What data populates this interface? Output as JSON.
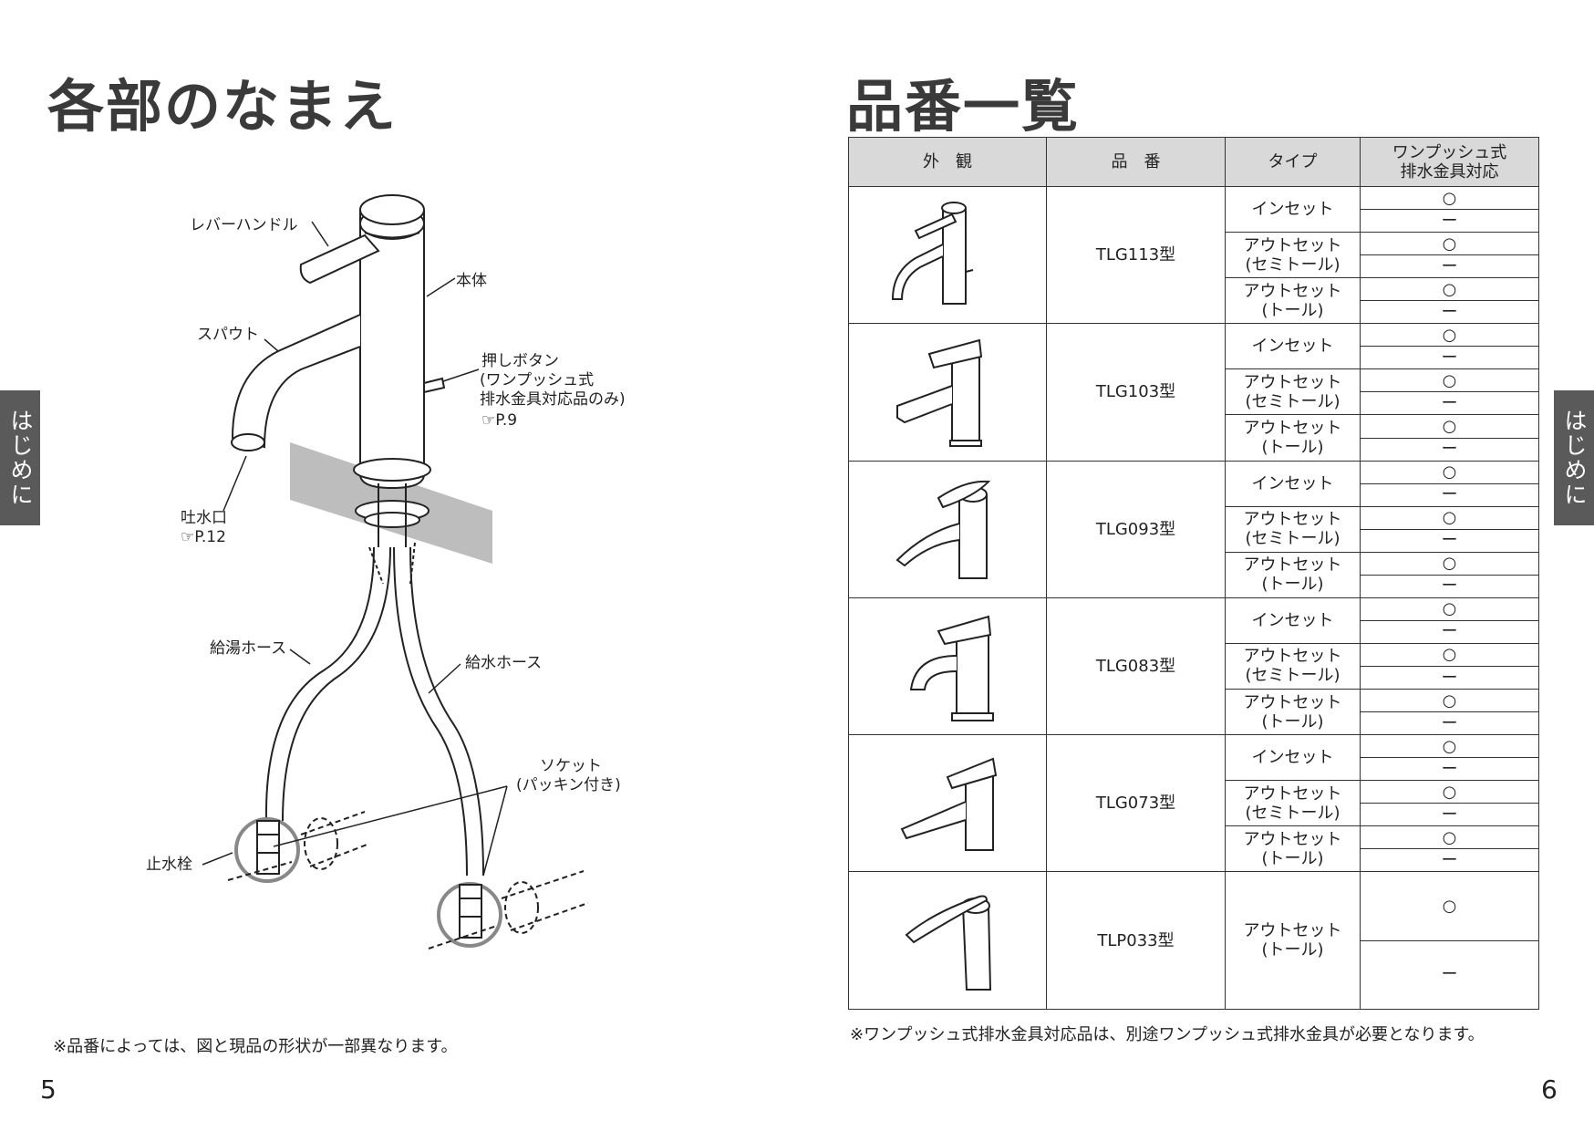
{
  "left_page": {
    "title": "各部のなまえ",
    "side_tab": "はじめに",
    "labels": {
      "lever": "レバーハンドル",
      "body": "本体",
      "spout": "スパウト",
      "push_button_1": "押しボタン",
      "push_button_2": "(ワンプッシュ式",
      "push_button_3": "排水金具対応品のみ)",
      "push_button_ref": "P.9",
      "outlet": "吐水口",
      "outlet_ref": "P.12",
      "hot_hose": "給湯ホース",
      "cold_hose": "給水ホース",
      "socket_1": "ソケット",
      "socket_2": "(パッキン付き)",
      "stop_valve": "止水栓"
    },
    "footnote": "※品番によっては、図と現品の形状が一部異なります。",
    "page_number": "5"
  },
  "right_page": {
    "title": "品番一覧",
    "side_tab": "はじめに",
    "table": {
      "headers": [
        "外　観",
        "品　番",
        "タイプ",
        "ワンプッシュ式\n排水金具対応"
      ],
      "products": [
        {
          "model": "TLG113型",
          "types": [
            {
              "l1": "インセット",
              "l2": "",
              "marks": [
                "○",
                "ー"
              ]
            },
            {
              "l1": "アウトセット",
              "l2": "(セミトール)",
              "marks": [
                "○",
                "ー"
              ]
            },
            {
              "l1": "アウトセット",
              "l2": "(トール)",
              "marks": [
                "○",
                "ー"
              ]
            }
          ]
        },
        {
          "model": "TLG103型",
          "types": [
            {
              "l1": "インセット",
              "l2": "",
              "marks": [
                "○",
                "ー"
              ]
            },
            {
              "l1": "アウトセット",
              "l2": "(セミトール)",
              "marks": [
                "○",
                "ー"
              ]
            },
            {
              "l1": "アウトセット",
              "l2": "(トール)",
              "marks": [
                "○",
                "ー"
              ]
            }
          ]
        },
        {
          "model": "TLG093型",
          "types": [
            {
              "l1": "インセット",
              "l2": "",
              "marks": [
                "○",
                "ー"
              ]
            },
            {
              "l1": "アウトセット",
              "l2": "(セミトール)",
              "marks": [
                "○",
                "ー"
              ]
            },
            {
              "l1": "アウトセット",
              "l2": "(トール)",
              "marks": [
                "○",
                "ー"
              ]
            }
          ]
        },
        {
          "model": "TLG083型",
          "types": [
            {
              "l1": "インセット",
              "l2": "",
              "marks": [
                "○",
                "ー"
              ]
            },
            {
              "l1": "アウトセット",
              "l2": "(セミトール)",
              "marks": [
                "○",
                "ー"
              ]
            },
            {
              "l1": "アウトセット",
              "l2": "(トール)",
              "marks": [
                "○",
                "ー"
              ]
            }
          ]
        },
        {
          "model": "TLG073型",
          "types": [
            {
              "l1": "インセット",
              "l2": "",
              "marks": [
                "○",
                "ー"
              ]
            },
            {
              "l1": "アウトセット",
              "l2": "(セミトール)",
              "marks": [
                "○",
                "ー"
              ]
            },
            {
              "l1": "アウトセット",
              "l2": "(トール)",
              "marks": [
                "○",
                "ー"
              ]
            }
          ]
        },
        {
          "model": "TLP033型",
          "types": [
            {
              "l1": "アウトセット",
              "l2": "(トール)",
              "marks": [
                "○",
                "ー"
              ]
            }
          ]
        }
      ]
    },
    "footnote": "※ワンプッシュ式排水金具対応品は、別途ワンプッシュ式排水金具が必要となります。",
    "page_number": "6"
  }
}
